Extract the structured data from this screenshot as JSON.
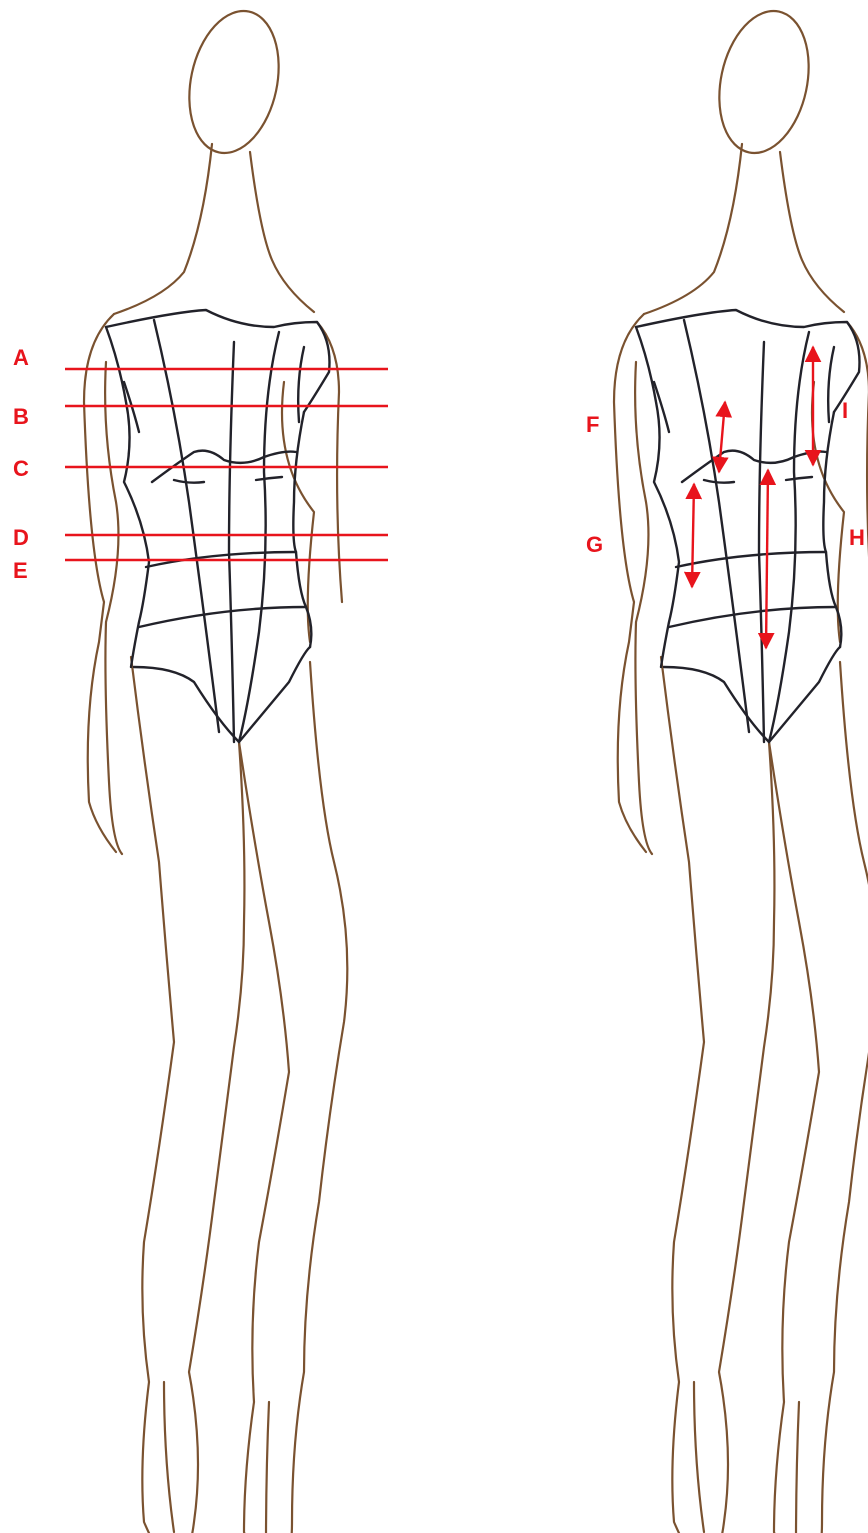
{
  "colors": {
    "guide": "#e8141c",
    "outline": "#7a5230",
    "garment": "#22222a",
    "background": "#ffffff"
  },
  "left_figure": {
    "labels": {
      "a": "A",
      "b": "B",
      "c": "C",
      "d": "D",
      "e": "E"
    }
  },
  "right_figure": {
    "labels": {
      "f": "F",
      "g": "G",
      "h": "H",
      "i": "I"
    }
  }
}
